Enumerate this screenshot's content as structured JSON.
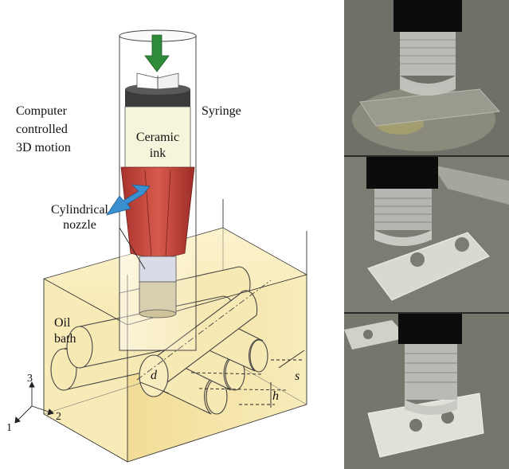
{
  "labels": {
    "motion_line1": "Computer",
    "motion_line2": "controlled",
    "motion_line3": "3D motion",
    "syringe": "Syringe",
    "ink_line1": "Ceramic",
    "ink_line2": "ink",
    "nozzle_line1": "Cylindrical",
    "nozzle_line2": "nozzle",
    "bath_line1": "Oil",
    "bath_line2": "bath",
    "dim_d": "d",
    "dim_s": "s",
    "dim_h": "h",
    "axis_1": "1",
    "axis_2": "2",
    "axis_3": "3"
  },
  "colors": {
    "oil_bath": "#f6e3a0",
    "syringe_body": "#f7f4dc",
    "plunger": "#3b3b3b",
    "cone": "#c9473e",
    "arrow_green": "#2e8b3a",
    "arrow_blue": "#3a8fd0",
    "nozzle": "#d9dbe6"
  },
  "icons": {
    "down_arrow": "green-arrow-icon",
    "motion_arrow": "blue-arrow-icon"
  }
}
